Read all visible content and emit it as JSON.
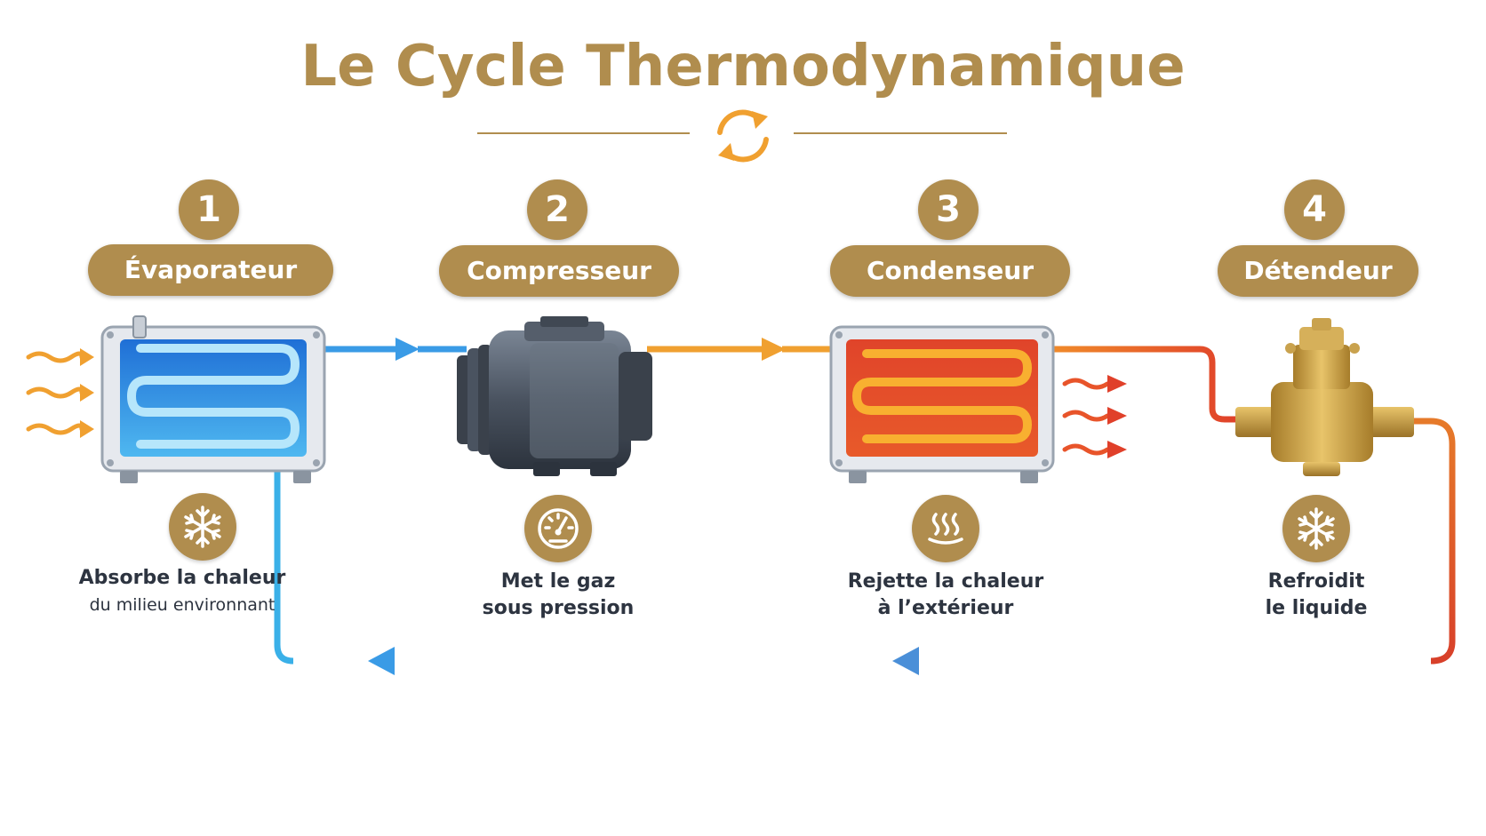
{
  "title": "Le Cycle Thermodynamique",
  "steps": [
    {
      "number": "1",
      "name": "Évaporateur",
      "icon": "snowflake-icon",
      "desc_line1": "Absorbe la chaleur",
      "desc_line2": "du milieu environnant"
    },
    {
      "number": "2",
      "name": "Compresseur",
      "icon": "gauge-icon",
      "desc_line1": "Met le gaz",
      "desc_line2": "sous pression"
    },
    {
      "number": "3",
      "name": "Condenseur",
      "icon": "heat-waves-icon",
      "desc_line1": "Rejette la chaleur",
      "desc_line2": "à l’extérieur"
    },
    {
      "number": "4",
      "name": "Détendeur",
      "icon": "snowflake-icon",
      "desc_line1": "Refroidit",
      "desc_line2": "le liquide"
    }
  ],
  "colors": {
    "gold": "#b08d4e",
    "cold": "#3a9be6",
    "warm": "#f0a030",
    "hot": "#e04a2a"
  }
}
